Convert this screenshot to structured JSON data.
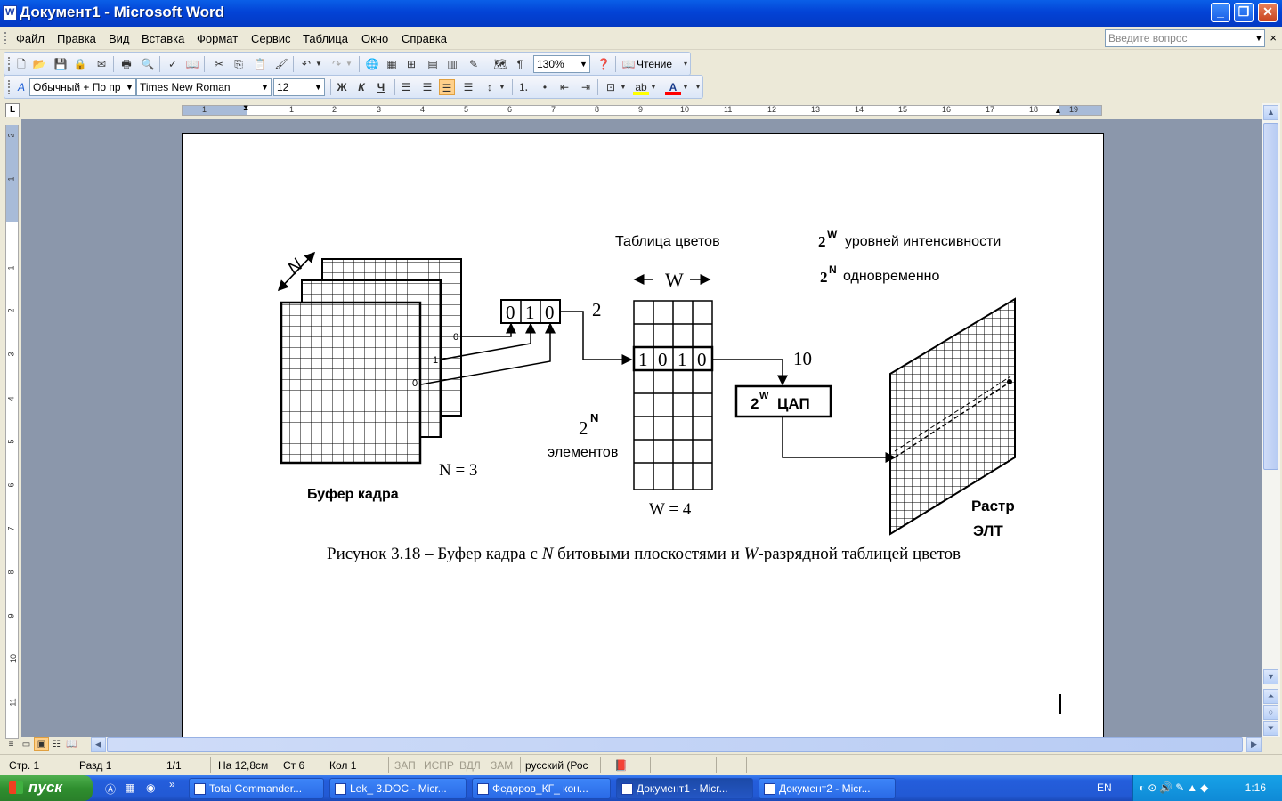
{
  "window": {
    "title": "Документ1 - Microsoft Word",
    "minimize": "_",
    "maximize": "❐",
    "close": "✕"
  },
  "menu": {
    "items": [
      "Файл",
      "Правка",
      "Вид",
      "Вставка",
      "Формат",
      "Сервис",
      "Таблица",
      "Окно",
      "Справка"
    ],
    "ask_placeholder": "Введите вопрос",
    "close_doc": "×"
  },
  "standard_toolbar": {
    "zoom": "130%",
    "reading_label": "Чтение"
  },
  "format_toolbar": {
    "style": "Обычный + По пр",
    "font": "Times New Roman",
    "size": "12",
    "bold": "Ж",
    "italic": "К",
    "underline": "Ч"
  },
  "ruler": {
    "corner": "L",
    "h_numbers": [
      "1",
      "1",
      "2",
      "3",
      "4",
      "5",
      "6",
      "7",
      "8",
      "9",
      "10",
      "11",
      "12",
      "13",
      "14",
      "15",
      "16",
      "17",
      "18",
      "19"
    ],
    "v_numbers": [
      "2",
      "1",
      "1",
      "2",
      "3",
      "4",
      "5",
      "6",
      "7",
      "8",
      "9",
      "10",
      "11"
    ]
  },
  "figure": {
    "table_title": "Таблица цветов",
    "w_label": "W",
    "legend_line1_base": "2",
    "legend_line1_sup": "W",
    "legend_line1_text": "уровней интенсивности",
    "legend_line2_base": "2",
    "legend_line2_sup": "N",
    "legend_line2_text": "одновременно",
    "n_label": "N",
    "register_bits": [
      "0",
      "1",
      "0"
    ],
    "plane_bits": [
      "0",
      "1",
      "0"
    ],
    "label_2": "2",
    "table_row_bits": [
      "1",
      "0",
      "1",
      "0"
    ],
    "label_10": "10",
    "dac_base": "2",
    "dac_sup": "W",
    "dac_text": "ЦАП",
    "elements_base": "2",
    "elements_sup": "N",
    "elements_text": "элементов",
    "n_eq": "N = 3",
    "buffer_label": "Буфер кадра",
    "w_eq": "W = 4",
    "raster_line1": "Растр",
    "raster_line2": "ЭЛТ"
  },
  "caption": {
    "prefix": "Рисунок 3.18 – Буфер кадра с ",
    "n": "N",
    "middle": " битовыми плоскостями и ",
    "w": "W",
    "suffix": "-разрядной таблицей цветов"
  },
  "statusbar": {
    "page": "Стр. 1",
    "section": "Разд 1",
    "pages": "1/1",
    "at": "На 12,8см",
    "line": "Ст 6",
    "col": "Кол 1",
    "rec": "ЗАП",
    "trk": "ИСПР",
    "ext": "ВДЛ",
    "ovr": "ЗАМ",
    "lang": "русский (Рос"
  },
  "taskbar": {
    "start": "пуск",
    "chevron": "»",
    "tasks": [
      {
        "label": "Total Commander..."
      },
      {
        "label": "Lek_ 3.DOC - Micr..."
      },
      {
        "label": "Федоров_КГ_ кон..."
      },
      {
        "label": "Документ1 - Micr..."
      },
      {
        "label": "Документ2 - Micr..."
      }
    ],
    "lang": "EN",
    "clock": "1:16"
  }
}
